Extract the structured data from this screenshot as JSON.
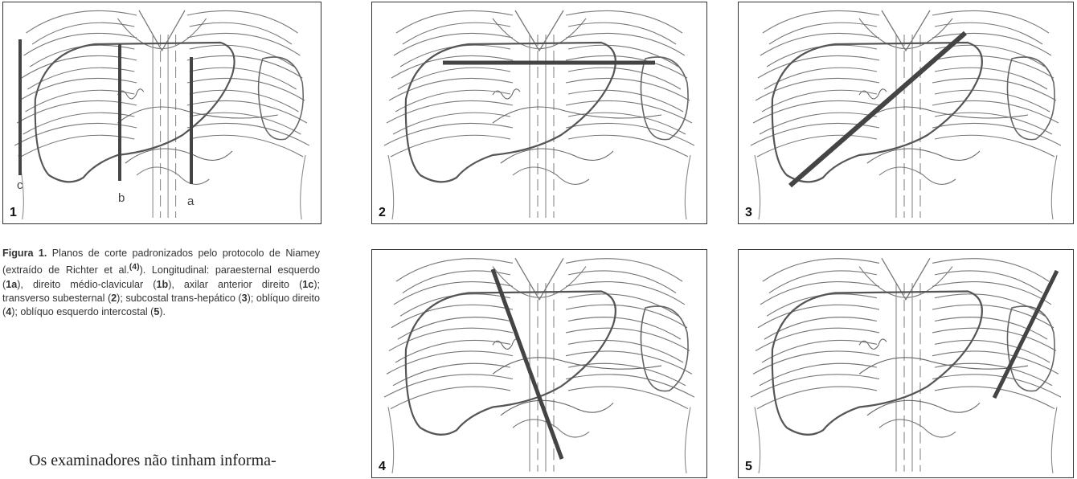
{
  "panels": [
    {
      "id": "1",
      "label": "1",
      "sublabels": [
        "c",
        "b",
        "a"
      ]
    },
    {
      "id": "2",
      "label": "2"
    },
    {
      "id": "3",
      "label": "3"
    },
    {
      "id": "4",
      "label": "4"
    },
    {
      "id": "5",
      "label": "5"
    }
  ],
  "caption": {
    "label": "Figura 1.",
    "t1": " Planos de corte padronizados pelo protocolo de Niamey (extraído de Richter et al.",
    "ref": "(4)",
    "t2": "). Longitudinal: paraesternal esquerdo (",
    "b1": "1a",
    "t3": "), direito médio-clavicular (",
    "b2": "1b",
    "t4": "), axilar anterior direito (",
    "b3": "1c",
    "t5": "); transverso subesternal (",
    "b4": "2",
    "t6": "); subcostal trans-hepático (",
    "b5": "3",
    "t7": "); oblíquo direito (",
    "b6": "4",
    "t8": "); oblíquo esquerdo intercostal (",
    "b7": "5",
    "t9": ")."
  },
  "body_text": "Os examinadores não tinham informa-"
}
